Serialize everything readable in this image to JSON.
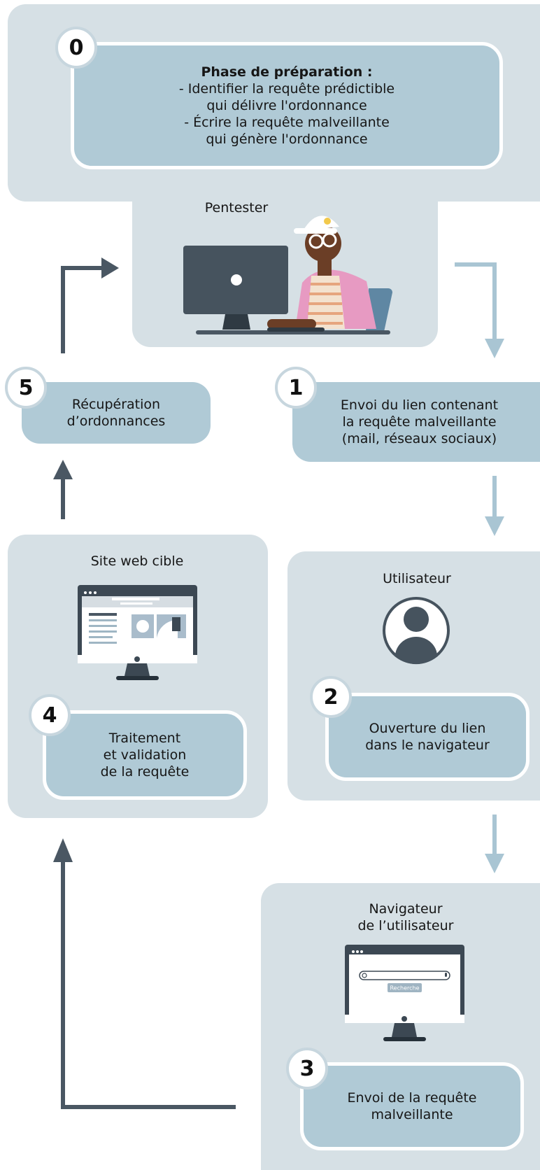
{
  "step0": {
    "number": "0",
    "title": "Phase de préparation :",
    "line1": "- Identifier la requête prédictible",
    "line2": "qui délivre l'ordonnance",
    "line3": "- Écrire la requête malveillante",
    "line4": "qui génère l'ordonnance"
  },
  "pentester": {
    "label": "Pentester"
  },
  "step1": {
    "number": "1",
    "line1": "Envoi du lien contenant",
    "line2": "la requête malveillante",
    "line3": "(mail, réseaux sociaux)"
  },
  "utilisateur": {
    "label": "Utilisateur"
  },
  "step2": {
    "number": "2",
    "line1": "Ouverture du lien",
    "line2": "dans le navigateur"
  },
  "navigateur": {
    "line1": "Navigateur",
    "line2": "de l’utilisateur",
    "search_button": "Recherche"
  },
  "step3": {
    "number": "3",
    "line1": "Envoi de la requête",
    "line2": "malveillante"
  },
  "site": {
    "label": "Site web cible"
  },
  "step4": {
    "number": "4",
    "line1": "Traitement",
    "line2": "et validation",
    "line3": "de la requête"
  },
  "step5": {
    "number": "5",
    "line1": "Récupération",
    "line2": "d’ordonnances"
  },
  "colors": {
    "panel": "#d6e0e5",
    "box": "#b0cad6",
    "arrow_dark": "#4a5763",
    "arrow_light": "#a9c5d3"
  }
}
